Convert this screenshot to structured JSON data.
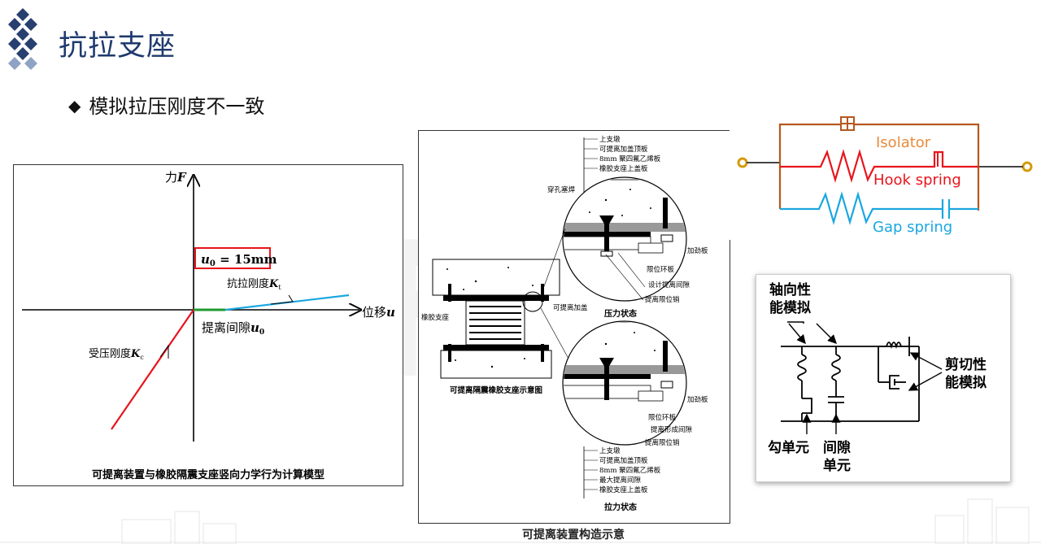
{
  "header": {
    "title": "抗拉支座"
  },
  "bullet": {
    "text": "模拟拉压刚度不一致"
  },
  "watermark": {
    "text": "EFI"
  },
  "force_model": {
    "y_axis": "力",
    "y_axis_var": "F",
    "x_axis": "位移",
    "x_axis_var": "u",
    "gap_box": "u",
    "gap_box_sub": "0",
    "gap_box_value": " = 15mm",
    "tension_label": "抗拉刚度",
    "tension_var": "K",
    "tension_sub": "t",
    "gap_label": "提离间隙",
    "gap_var": "u",
    "gap_sub": "0",
    "compression_label": "受压刚度",
    "compression_var": "K",
    "compression_sub": "c",
    "caption": "可提离装置与橡胶隔震支座竖向力学行为计算模型"
  },
  "structure": {
    "top_labels": [
      "上支墩",
      "可提离加盖顶板",
      "8mm 聚四氟乙烯板",
      "橡胶支座上盖板"
    ],
    "perforated_plug": "穿孔塞焊",
    "right_top_labels": [
      "加劲板",
      "限位环板",
      "设计提离间隙",
      "提离限位销"
    ],
    "lift_cover": "可提离加盖",
    "rubber_bearing": "橡胶支座",
    "compression_state": "压力状态",
    "schematic_caption": "可提离隔震橡胶支座示意图",
    "right_bottom_labels": [
      "加劲板",
      "限位环板",
      "提离形成间隙",
      "提离限位销"
    ],
    "bottom_labels": [
      "上支墩",
      "可提离加盖顶板",
      "8mm 聚四氟乙烯板",
      "最大提离间隙",
      "橡胶支座上盖板"
    ],
    "tension_state": "拉力状态",
    "caption": "可提离装置构造示意"
  },
  "spring_model": {
    "isolator": "Isolator",
    "hook": "Hook spring",
    "gap": "Gap spring"
  },
  "element_model": {
    "axial_1": "轴向性",
    "axial_2": "能模拟",
    "shear_1": "剪切性",
    "shear_2": "能模拟",
    "hook_1": "勾单元",
    "gap_1": "间隙",
    "gap_2": "单元"
  },
  "colors": {
    "title": "#1f3a6e",
    "red": "#e8141c",
    "blue": "#1aa7e0",
    "orange": "#e98a3b",
    "brown": "#b5581e",
    "green": "#1e9b2e"
  }
}
